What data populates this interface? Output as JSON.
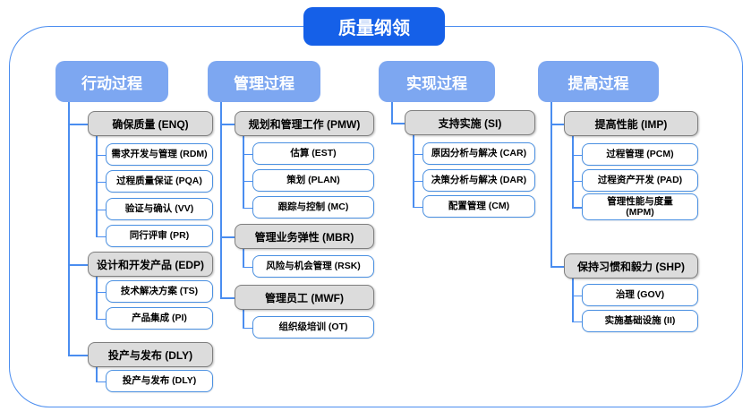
{
  "title": "质量纲领",
  "colors": {
    "title_bg": "#1560e8",
    "header_bg": "#7da7f1",
    "group_fill": "#dcdcdc",
    "group_border": "#7f7f7f",
    "leaf_border": "#4a90e2",
    "connector": "#4a8df0",
    "frame_border": "#4a8df0"
  },
  "columns": [
    {
      "header": "行动过程",
      "groups": [
        {
          "label": "确保质量 (ENQ)",
          "children": [
            "需求开发与管理 (RDM)",
            "过程质量保证 (PQA)",
            "验证与确认 (VV)",
            "同行评审 (PR)"
          ]
        },
        {
          "label": "设计和开发产品 (EDP)",
          "children": [
            "技术解决方案 (TS)",
            "产品集成 (PI)"
          ]
        },
        {
          "label": "投产与发布 (DLY)",
          "children": [
            "投产与发布 (DLY)"
          ]
        }
      ]
    },
    {
      "header": "管理过程",
      "groups": [
        {
          "label": "规划和管理工作 (PMW)",
          "children": [
            "估算 (EST)",
            "策划 (PLAN)",
            "跟踪与控制 (MC)"
          ]
        },
        {
          "label": "管理业务弹性 (MBR)",
          "children": [
            "风险与机会管理 (RSK)"
          ]
        },
        {
          "label": "管理员工 (MWF)",
          "children": [
            "组织级培训 (OT)"
          ]
        }
      ]
    },
    {
      "header": "实现过程",
      "groups": [
        {
          "label": "支持实施 (SI)",
          "children": [
            "原因分析与解决 (CAR)",
            "决策分析与解决 (DAR)",
            "配置管理 (CM)"
          ]
        }
      ]
    },
    {
      "header": "提高过程",
      "groups": [
        {
          "label": "提高性能 (IMP)",
          "children": [
            "过程管理 (PCM)",
            "过程资产开发 (PAD)",
            "管理性能与度量\n(MPM)"
          ]
        },
        {
          "label": "保持习惯和毅力 (SHP)",
          "children": [
            "治理 (GOV)",
            "实施基础设施 (II)"
          ]
        }
      ]
    }
  ]
}
